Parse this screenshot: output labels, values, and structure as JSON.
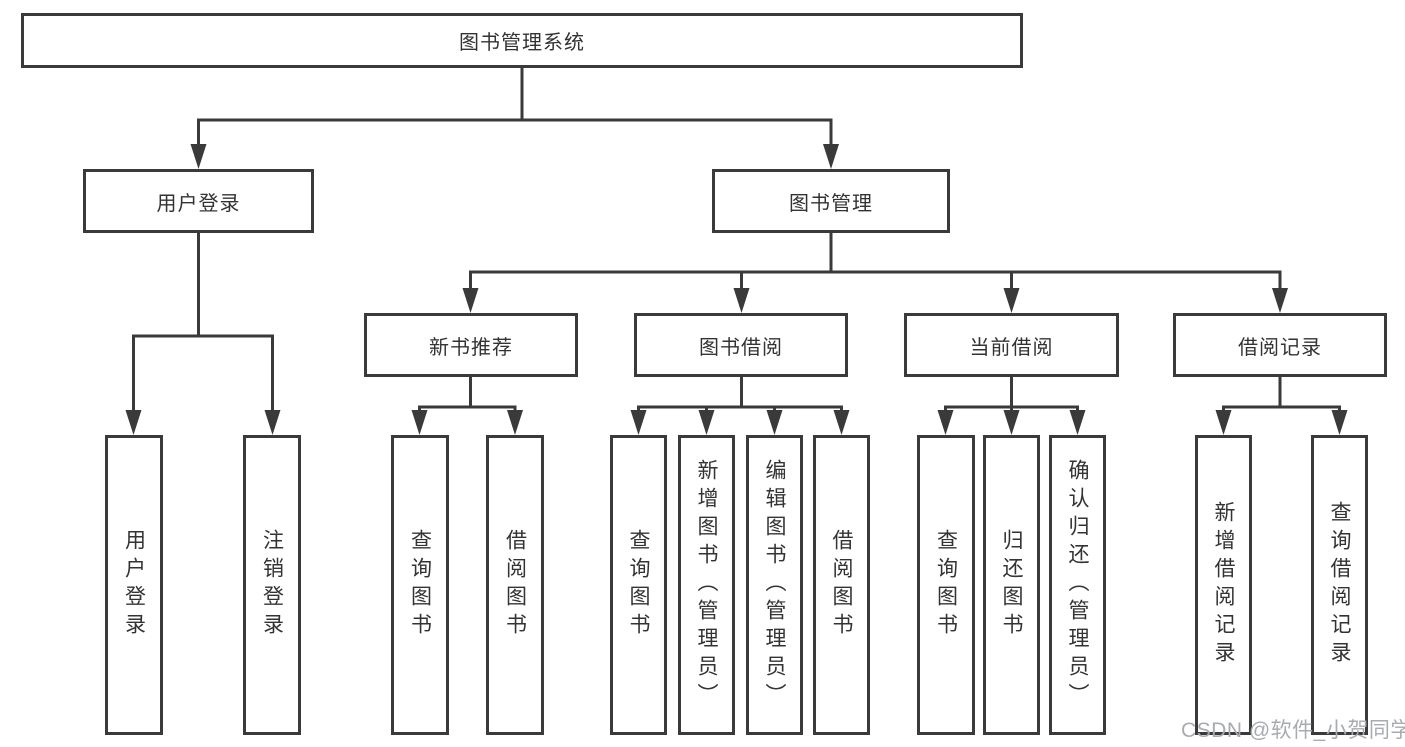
{
  "colors": {
    "line": "#3a3a3a",
    "text": "#333333",
    "box_background": "#ffffff",
    "watermark": "#a8abb0"
  },
  "watermark": "CSDN @软件_小贺同学",
  "nodes": {
    "root": "图书管理系统",
    "user_login": "用户登录",
    "book_mgmt": "图书管理",
    "new_book": "新书推荐",
    "book_borrow": "图书借阅",
    "current_borrow": "当前借阅",
    "borrow_record": "借阅记录",
    "leaf_user_login": "用户登录",
    "leaf_logout": "注销登录",
    "leaf_query_book_nb": "查询图书",
    "leaf_borrow_book_nb": "借阅图书",
    "leaf_query_book_bb": "查询图书",
    "leaf_add_book": "新增图书（管理员）",
    "leaf_edit_book": "编辑图书（管理员）",
    "leaf_borrow_book_bb": "借阅图书",
    "leaf_query_book_cb": "查询图书",
    "leaf_return_book": "归还图书",
    "leaf_confirm_return": "确认归还（管理员）",
    "leaf_add_record": "新增借阅记录",
    "leaf_query_record": "查询借阅记录"
  }
}
